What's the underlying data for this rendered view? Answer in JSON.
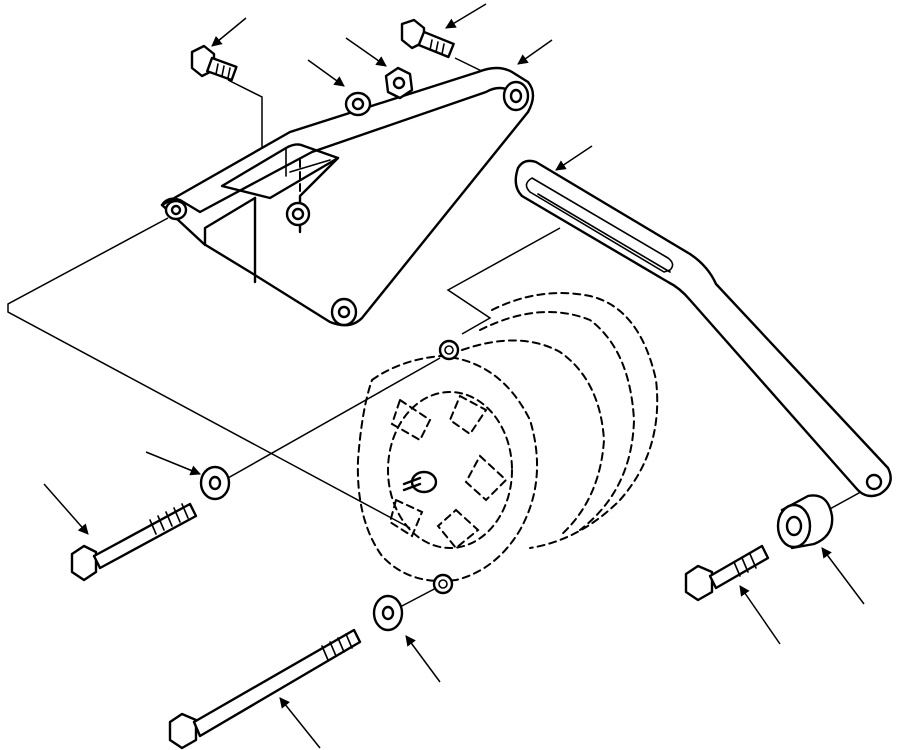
{
  "diagram": {
    "kind": "exploded-parts-view",
    "line_color": "#000000",
    "background_color": "#ffffff",
    "labels": []
  },
  "parts": [
    {
      "id": "mounting-bracket",
      "icon": "bracket-icon"
    },
    {
      "id": "adjusting-strap",
      "icon": "strap-icon"
    },
    {
      "id": "alternator",
      "icon": "alternator-icon",
      "style": "dashed"
    },
    {
      "id": "bracket-bolt-left",
      "icon": "bolt-icon"
    },
    {
      "id": "bracket-bolt-right",
      "icon": "bolt-icon"
    },
    {
      "id": "washer-top",
      "icon": "washer-icon"
    },
    {
      "id": "nut-top",
      "icon": "nut-icon"
    },
    {
      "id": "washer-middle",
      "icon": "washer-icon"
    },
    {
      "id": "bolt-middle",
      "icon": "bolt-icon"
    },
    {
      "id": "washer-bottom",
      "icon": "washer-icon"
    },
    {
      "id": "bolt-long-bottom",
      "icon": "bolt-icon"
    },
    {
      "id": "bolt-strap",
      "icon": "bolt-icon"
    },
    {
      "id": "spacer-sleeve",
      "icon": "spacer-icon"
    }
  ],
  "callout_arrows": 13
}
